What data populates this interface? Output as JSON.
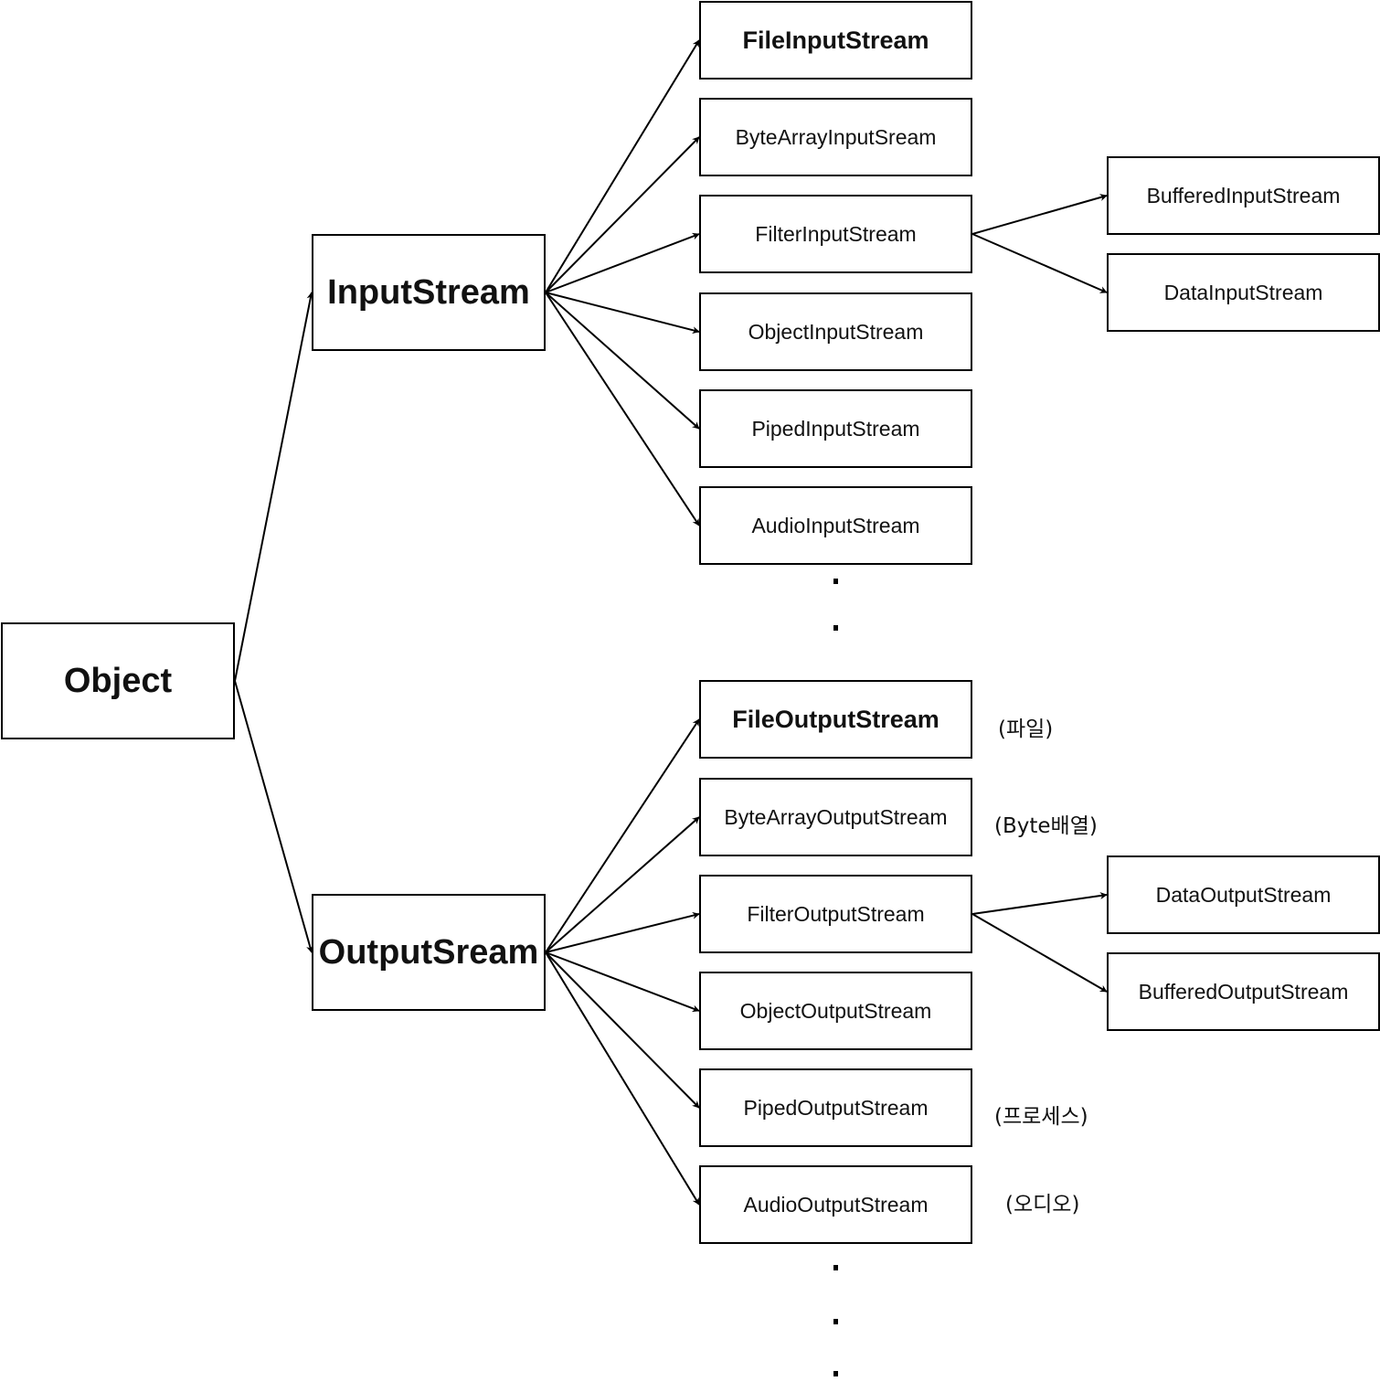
{
  "nodes": {
    "object": "Object",
    "input_stream": "InputStream",
    "output_stream": "OutputSream",
    "file_input": "FileInputStream",
    "bytearray_input": "ByteArrayInputSream",
    "filter_input": "FilterInputStream",
    "object_input": "ObjectInputStream",
    "piped_input": "PipedInputStream",
    "audio_input": "AudioInputStream",
    "buffered_input": "BufferedInputStream",
    "data_input": "DataInputStream",
    "file_output": "FileOutputStream",
    "bytearray_output": "ByteArrayOutputStream",
    "filter_output": "FilterOutputStream",
    "object_output": "ObjectOutputStream",
    "piped_output": "PipedOutputStream",
    "audio_output": "AudioOutputStream",
    "data_output": "DataOutputStream",
    "buffered_output": "BufferedOutputStream"
  },
  "notes": {
    "file": "(파일)",
    "bytearray": "(Byte배열)",
    "process": "(프로세스)",
    "audio": "(오디오)"
  },
  "edges": [
    [
      "object",
      "input_stream"
    ],
    [
      "object",
      "output_stream"
    ],
    [
      "input_stream",
      "file_input"
    ],
    [
      "input_stream",
      "bytearray_input"
    ],
    [
      "input_stream",
      "filter_input"
    ],
    [
      "input_stream",
      "object_input"
    ],
    [
      "input_stream",
      "piped_input"
    ],
    [
      "input_stream",
      "audio_input"
    ],
    [
      "filter_input",
      "buffered_input"
    ],
    [
      "filter_input",
      "data_input"
    ],
    [
      "output_stream",
      "file_output"
    ],
    [
      "output_stream",
      "bytearray_output"
    ],
    [
      "output_stream",
      "filter_output"
    ],
    [
      "output_stream",
      "object_output"
    ],
    [
      "output_stream",
      "piped_output"
    ],
    [
      "output_stream",
      "audio_output"
    ],
    [
      "filter_output",
      "data_output"
    ],
    [
      "filter_output",
      "buffered_output"
    ]
  ]
}
